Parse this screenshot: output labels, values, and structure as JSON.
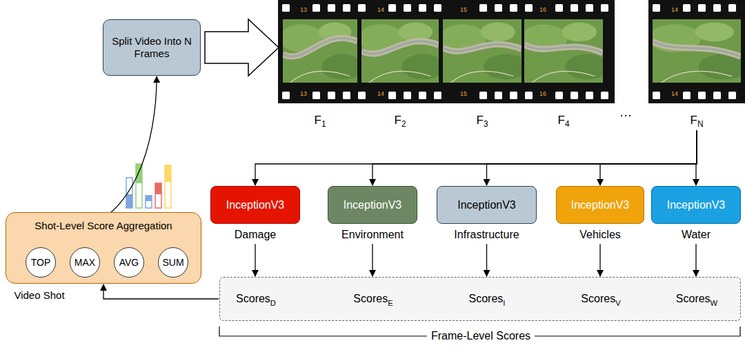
{
  "diagram": {
    "nodes": [
      {
        "text": [
          "Video Shot"
        ]
      },
      {
        "text": [
          "Split Video Into N Frames"
        ]
      },
      {
        "text": [
          "F1"
        ]
      },
      {
        "text": [
          "F2"
        ]
      },
      {
        "text": [
          "F3"
        ]
      },
      {
        "text": [
          "F4"
        ]
      },
      {
        "text": [
          "FN"
        ]
      },
      {
        "text": [
          "InceptionV3",
          "Damage"
        ]
      },
      {
        "text": [
          "InceptionV3",
          "Environment"
        ]
      },
      {
        "text": [
          "InceptionV3",
          "Infrastructure"
        ]
      },
      {
        "text": [
          "InceptionV3",
          "Vehicles"
        ]
      },
      {
        "text": [
          "InceptionV3",
          "Water"
        ]
      },
      {
        "text": [
          "Shot-Level Score Aggregation"
        ]
      },
      {
        "text": [
          "TOP"
        ],
        "in": 12
      },
      {
        "text": [
          "MAX"
        ],
        "in": 12
      },
      {
        "text": [
          "AVG"
        ],
        "in": 12
      },
      {
        "text": [
          "SUM"
        ],
        "in": 12
      },
      {
        "text": [
          "ScoresD",
          "ScoresE",
          "ScoresI",
          "ScoresV",
          "ScoresW"
        ]
      }
    ],
    "edges": [
      {
        "from": 0,
        "to": 1,
        "arrow": "to"
      },
      {
        "from": 1,
        "to": 2,
        "arrow": "to"
      },
      {
        "from": 6,
        "to": 7,
        "arrow": "to"
      },
      {
        "from": 6,
        "to": 8,
        "arrow": "to"
      },
      {
        "from": 6,
        "to": 9,
        "arrow": "to"
      },
      {
        "from": 6,
        "to": 10,
        "arrow": "to"
      },
      {
        "from": 6,
        "to": 11,
        "arrow": "to"
      },
      {
        "from": 7,
        "to": 17,
        "arrow": "to"
      },
      {
        "from": 8,
        "to": 17,
        "arrow": "to"
      },
      {
        "from": 9,
        "to": 17,
        "arrow": "to"
      },
      {
        "from": 10,
        "to": 17,
        "arrow": "to"
      },
      {
        "from": 11,
        "to": 17,
        "arrow": "to"
      },
      {
        "from": 17,
        "to": 12,
        "arrow": "to"
      }
    ],
    "labels": [
      "13",
      "14",
      "15",
      "16",
      "14",
      "13",
      "14",
      "15",
      "16",
      "14",
      "···",
      "Frame-Level Scores"
    ]
  }
}
